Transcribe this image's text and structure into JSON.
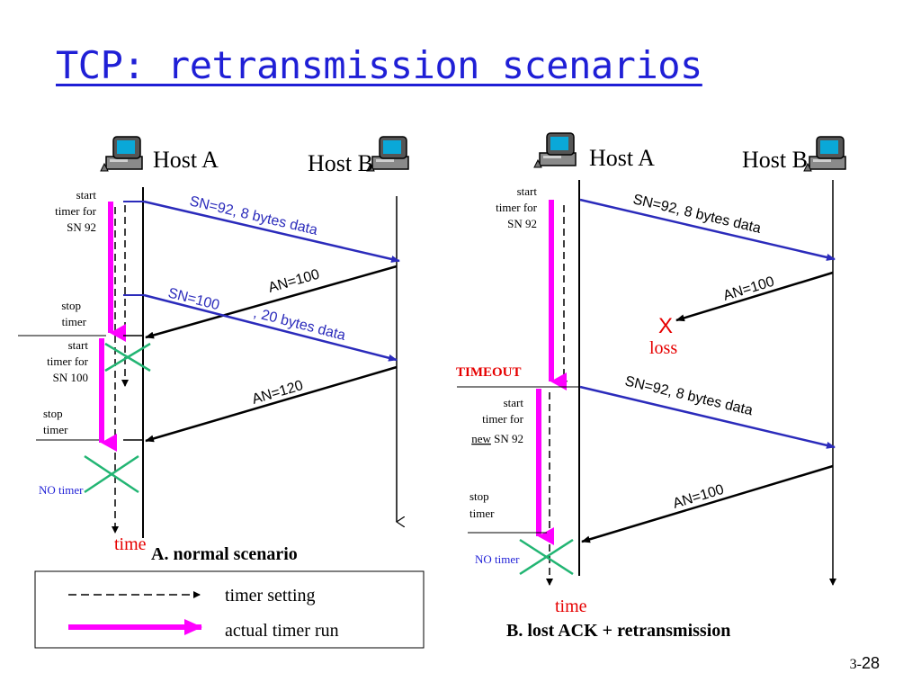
{
  "title": "TCP: retransmission scenarios",
  "page_number": {
    "prefix": "3-",
    "number": "28"
  },
  "colors": {
    "title": "#1f1fd6",
    "timer_run": "#ff00ff",
    "data_arrow": "#2b2bbb",
    "cross": "#22b573",
    "loss": "#e60000"
  },
  "icons": [
    "computer-icon"
  ],
  "scenario_a": {
    "host_a": "Host A",
    "host_b": "Host B",
    "start_timer_1": [
      "start",
      "timer for",
      "SN 92"
    ],
    "stop_timer_1": [
      "stop",
      "timer"
    ],
    "start_timer_2": [
      "start",
      "timer for",
      "SN 100"
    ],
    "stop_timer_2": [
      "stop",
      "timer"
    ],
    "no_timer": "NO timer",
    "msg1": "SN=92, 8 bytes data",
    "msg2": "AN=100",
    "msg3_part1": "SN=100",
    "msg3_part2": ",  20 bytes data",
    "msg4": "AN=120",
    "time": "time",
    "caption": "A. normal scenario"
  },
  "scenario_b": {
    "host_a": "Host A",
    "host_b": "Host B",
    "start_timer_1": [
      "start",
      "timer for",
      "SN 92"
    ],
    "loss_mark": "X",
    "loss": "loss",
    "timeout": "TIMEOUT",
    "start_timer_2": {
      "line1": "start",
      "line2": "timer for",
      "new": "new",
      "sn": " SN 92"
    },
    "stop_timer": [
      "stop",
      "timer"
    ],
    "no_timer": "NO timer",
    "msg1": "SN=92, 8 bytes data",
    "msg2": "AN=100",
    "msg3": "SN=92, 8 bytes data",
    "msg4": "AN=100",
    "time": "time",
    "caption": "B. lost ACK + retransmission"
  },
  "legend": {
    "timer_setting": "timer setting",
    "actual_timer_run": "actual timer run"
  }
}
